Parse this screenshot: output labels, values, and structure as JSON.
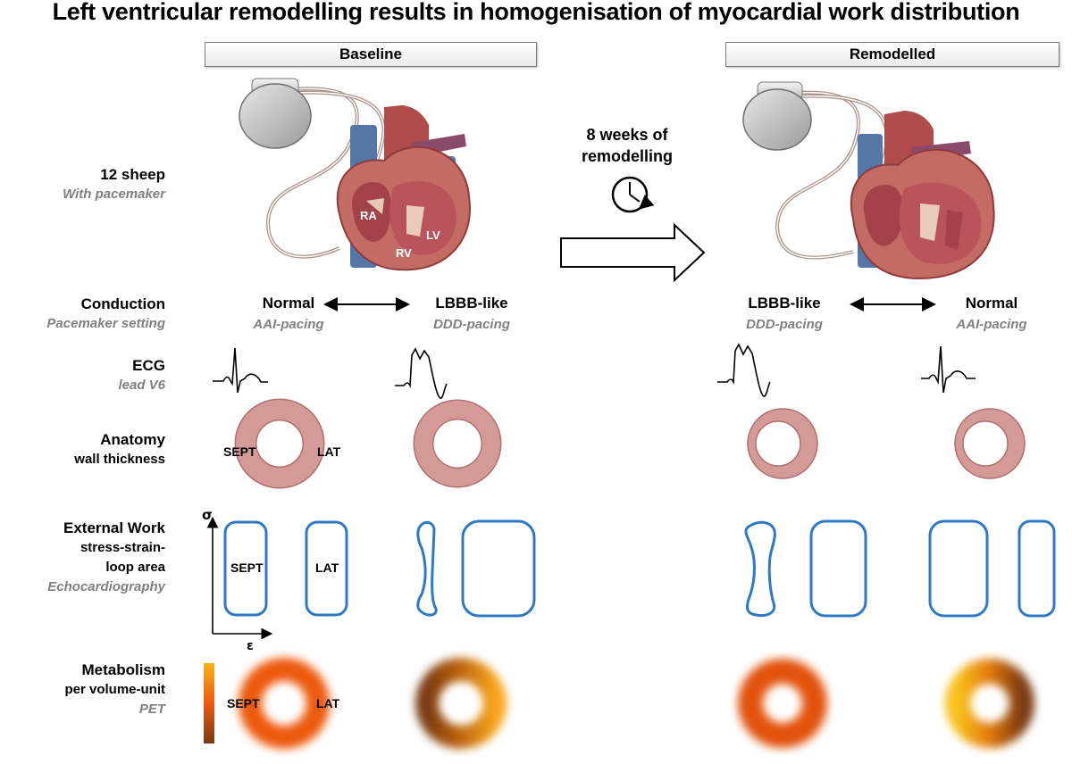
{
  "title": "Left ventricular remodelling results in homogenisation of myocardial work distribution",
  "headers": {
    "baseline": "Baseline",
    "remodelled": "Remodelled"
  },
  "transition": {
    "line1": "8 weeks of",
    "line2": "remodelling"
  },
  "heart_labels": {
    "ra": "RA",
    "rv": "RV",
    "lv": "LV"
  },
  "rows": {
    "subjects": {
      "main": "12 sheep",
      "sub": "With pacemaker"
    },
    "conduction": {
      "main": "Conduction",
      "sub": "Pacemaker setting"
    },
    "ecg": {
      "main": "ECG",
      "sub": "lead V6"
    },
    "anatomy": {
      "main": "Anatomy",
      "sub": "wall thickness"
    },
    "work": {
      "main": "External Work",
      "sub1": "stress-strain-",
      "sub2": "loop area",
      "sub3": "Echocardiography"
    },
    "metabolism": {
      "main": "Metabolism",
      "sub1": "per volume-unit",
      "sub2": "PET"
    }
  },
  "conditions": {
    "baseline_normal": {
      "main": "Normal",
      "sub": "AAI-pacing"
    },
    "baseline_lbbb": {
      "main": "LBBB-like",
      "sub": "DDD-pacing"
    },
    "remodelled_lbbb": {
      "main": "LBBB-like",
      "sub": "DDD-pacing"
    },
    "remodelled_normal": {
      "main": "Normal",
      "sub": "AAI-pacing"
    }
  },
  "segments": {
    "septal": "SEPT",
    "lateral": "LAT"
  },
  "axes": {
    "y": "σ",
    "x": "ε"
  },
  "colors": {
    "ring": "#d49a98",
    "ring_stroke": "#b07070",
    "loop": "#2f78c4",
    "pet_high": "#f7b21a",
    "pet_mid": "#ec5a10",
    "pet_low": "#7a3a12"
  }
}
